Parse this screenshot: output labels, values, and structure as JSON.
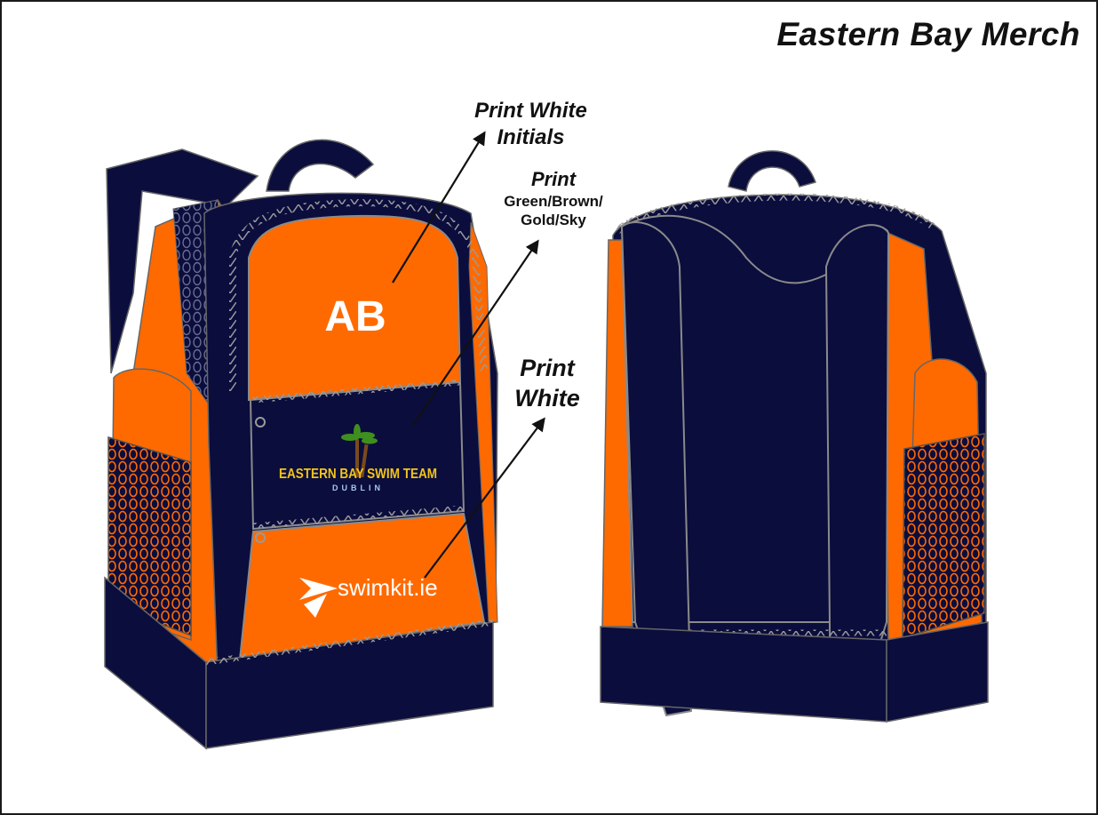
{
  "title": "Eastern Bay Merch",
  "callouts": {
    "initials": {
      "line1": "Print White",
      "line2": "Initials"
    },
    "logo": {
      "line1": "Print",
      "line2": "Green/Brown/",
      "line3": "Gold/Sky"
    },
    "sponsor": {
      "line1": "Print",
      "line2": "White"
    }
  },
  "backpack_front": {
    "initials_text": "AB",
    "team_logo": {
      "name": "EASTERN BAY SWIM TEAM",
      "city": "DUBLIN"
    },
    "sponsor_logo": "swimkit.ie"
  },
  "colors": {
    "navy": "#0b0d3d",
    "orange": "#ff6a00",
    "trim": "#8a8a8a",
    "logo_gold": "#f2c41a",
    "logo_sky": "#a7c8ee",
    "palm_green": "#3f8f1f",
    "palm_brown": "#7a4a1c"
  }
}
